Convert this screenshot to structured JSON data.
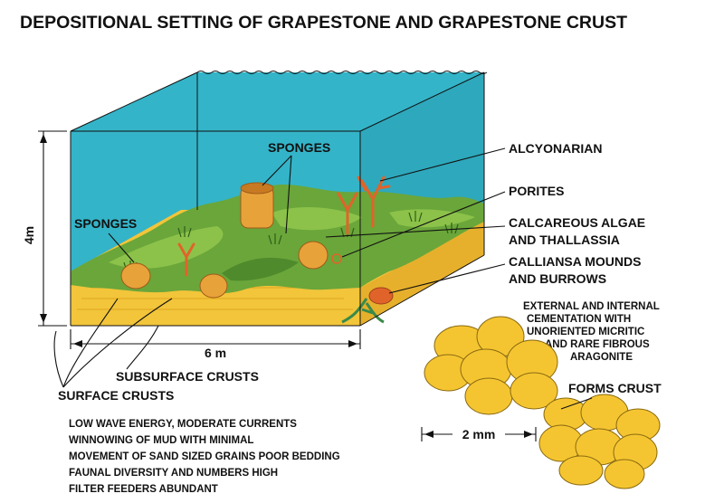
{
  "title": "DEPOSITIONAL SETTING OF GRAPESTONE AND GRAPESTONE CRUST",
  "labels": {
    "sponges_center": "SPONGES",
    "sponges_left": "SPONGES",
    "alcyonarian": "ALCYONARIAN",
    "porites": "PORITES",
    "algae_line1": "CALCAREOUS ALGAE",
    "algae_line2": "AND THALLASSIA",
    "callian_line1": "CALLIANSA MOUNDS",
    "callian_line2": "AND BURROWS",
    "subsurface": "SUBSURFACE CRUSTS",
    "surface": "SURFACE CRUSTS",
    "forms_crust": "FORMS CRUST"
  },
  "dimensions": {
    "height": "4m",
    "width": "6 m",
    "grain_scale": "2 mm"
  },
  "cementation": [
    "EXTERNAL AND INTERNAL",
    "CEMENTATION WITH",
    "UNORIENTED MICRITIC",
    "AND RARE FIBROUS",
    "ARAGONITE"
  ],
  "conditions": [
    "LOW WAVE ENERGY, MODERATE CURRENTS",
    "WINNOWING OF MUD WITH MINIMAL",
    "MOVEMENT OF SAND SIZED GRAINS POOR BEDDING",
    "FAUNAL DIVERSITY AND NUMBERS HIGH",
    "FILTER FEEDERS ABUNDANT"
  ],
  "colors": {
    "water": "#34b4c8",
    "sea_grass": "#6aa63a",
    "sand": "#f2c53a",
    "grain": "#f5c531",
    "coral": "#e0642a"
  }
}
